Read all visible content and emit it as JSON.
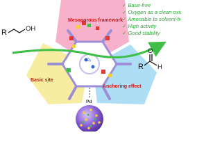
{
  "labels": {
    "mesoporous": "Mesoporous framework",
    "basic_site": "Basic site",
    "anchoring": "Anchoring effect",
    "o2": "O₂",
    "pd": "Pd"
  },
  "benefits": [
    "Base-free",
    "Oxygen as a clean oxidant",
    "Amenable to solvent-free",
    "High activity",
    "Good  stability"
  ],
  "reactant": {
    "r": "R",
    "oh": "OH"
  },
  "product": {
    "r": "R",
    "o": "O",
    "h": "H"
  },
  "colors": {
    "pink_panel": "#f7a8c4",
    "yellow_panel": "#f7ec9c",
    "blue_panel": "#a9dcf4",
    "label_red": "#cc1a1a",
    "arrow_green": "#3fbf4a",
    "check_green": "#2eaa3a",
    "pd_sphere": "#7a4fc7"
  },
  "icons": [
    "checkmark-icon",
    "arrow-icon",
    "pd-nanoparticle-icon"
  ]
}
